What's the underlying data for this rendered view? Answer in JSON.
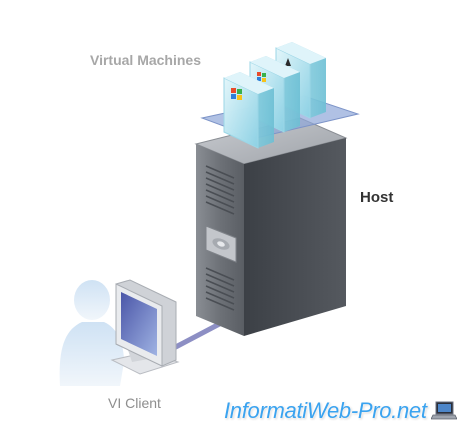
{
  "labels": {
    "virtual_machines": "Virtual Machines",
    "host": "Host",
    "vi_client": "VI Client"
  },
  "watermark": {
    "text": "InformatiWeb-Pro.net",
    "icon": "laptop-icon"
  },
  "colors": {
    "server_body": "#6f7379",
    "server_side": "#4b4f55",
    "vm_glass": "#8fd3e6",
    "platform": "#8fa6d8",
    "cable": "#8d8fc4",
    "user_silhouette": "#dbe9f6",
    "watermark": "#3aa3f0"
  }
}
